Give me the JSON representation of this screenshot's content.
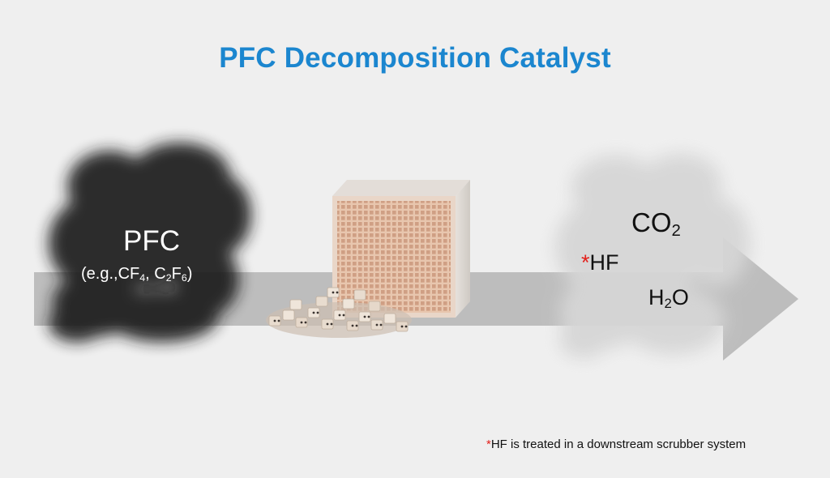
{
  "title": "PFC Decomposition Catalyst",
  "colors": {
    "title": "#1b86cf",
    "arrow": "#bdbdbd",
    "asterisk": "#e3201b",
    "smoke_dark": "#1a1a1a",
    "smoke_light": "#d2d2d2",
    "cube_face": "#e6c7b1",
    "pellet": "#e9ddd0"
  },
  "input": {
    "name": "PFC",
    "example_prefix": "(e.g.,CF",
    "example_sub1": "4",
    "example_mid": ", C",
    "example_sub2": "2",
    "example_f": "F",
    "example_sub3": "6",
    "example_suffix": ")"
  },
  "outputs": {
    "co2_base": "CO",
    "co2_sub": "2",
    "hf_asterisk": "*",
    "hf_label": "HF",
    "h2o_h": "H",
    "h2o_sub": "2",
    "h2o_o": "O"
  },
  "footnote": {
    "asterisk": "*",
    "text": "HF is treated in a downstream scrubber system"
  },
  "icons": {
    "input_cloud": "dark-smoke-cloud",
    "catalyst_block": "honeycomb-cube",
    "catalyst_pellets": "catalyst-pellets",
    "output_cloud": "light-smoke-cloud",
    "flow_arrow": "right-arrow"
  }
}
